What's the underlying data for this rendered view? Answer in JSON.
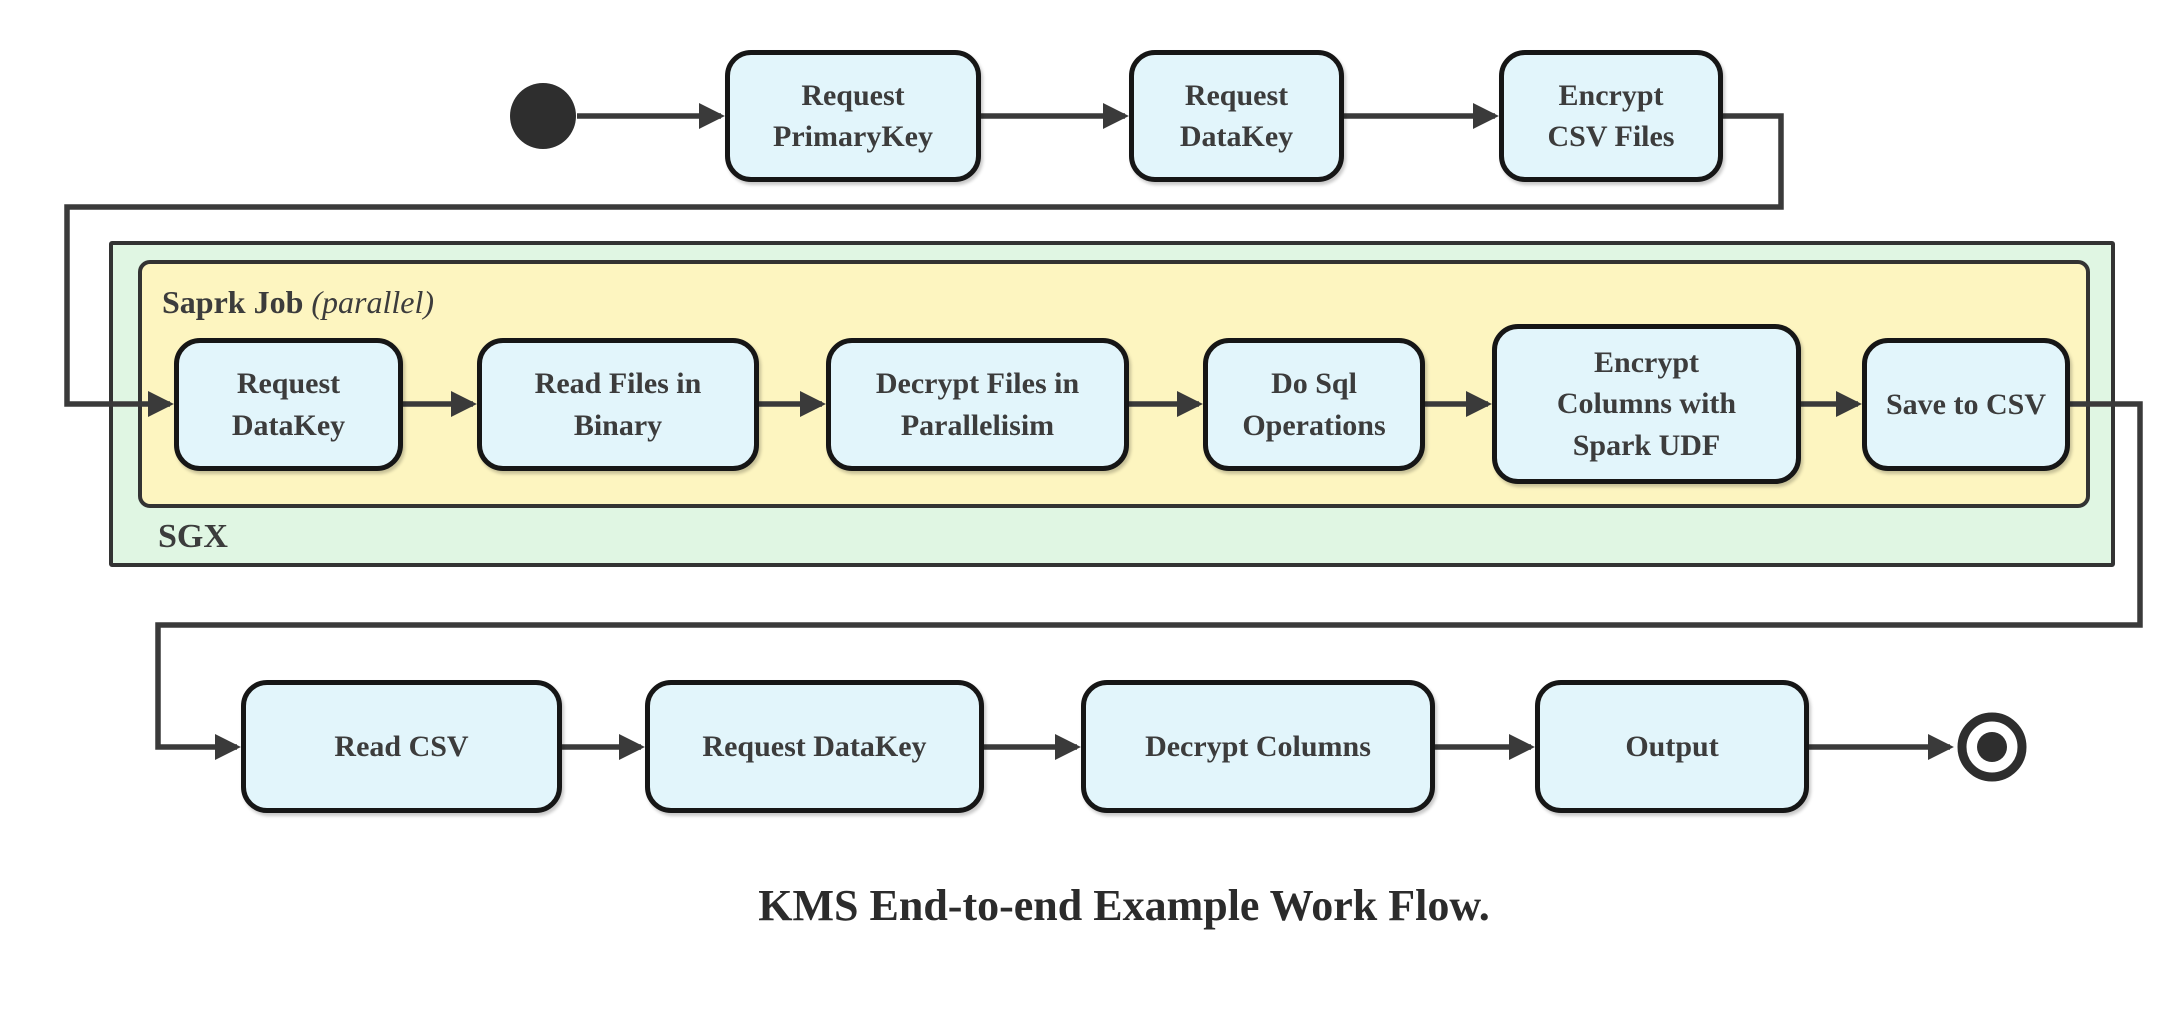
{
  "colors": {
    "node_fill": "#e2f5fb",
    "node_border": "#161616",
    "spark_fill": "#fdf5c0",
    "sgx_fill": "#e0f6e3",
    "container_border": "#333333",
    "line": "#3a3a3a",
    "text": "#3c3c3c",
    "caption_text": "#2b2b2b"
  },
  "containers": {
    "sgx": {
      "label": "SGX"
    },
    "spark": {
      "label": "Saprk Job",
      "mode": "(parallel)"
    }
  },
  "nodes": {
    "start": "start",
    "end": "end",
    "top": [
      "Request\nPrimaryKey",
      "Request\nDataKey",
      "Encrypt\nCSV Files"
    ],
    "spark": [
      "Request\nDataKey",
      "Read Files in\nBinary",
      "Decrypt Files in\nParallelisim",
      "Do Sql\nOperations",
      "Encrypt\nColumns with\nSpark UDF",
      "Save to CSV"
    ],
    "bottom": [
      "Read CSV",
      "Request DataKey",
      "Decrypt Columns",
      "Output"
    ]
  },
  "caption": "KMS End-to-end Example Work Flow."
}
